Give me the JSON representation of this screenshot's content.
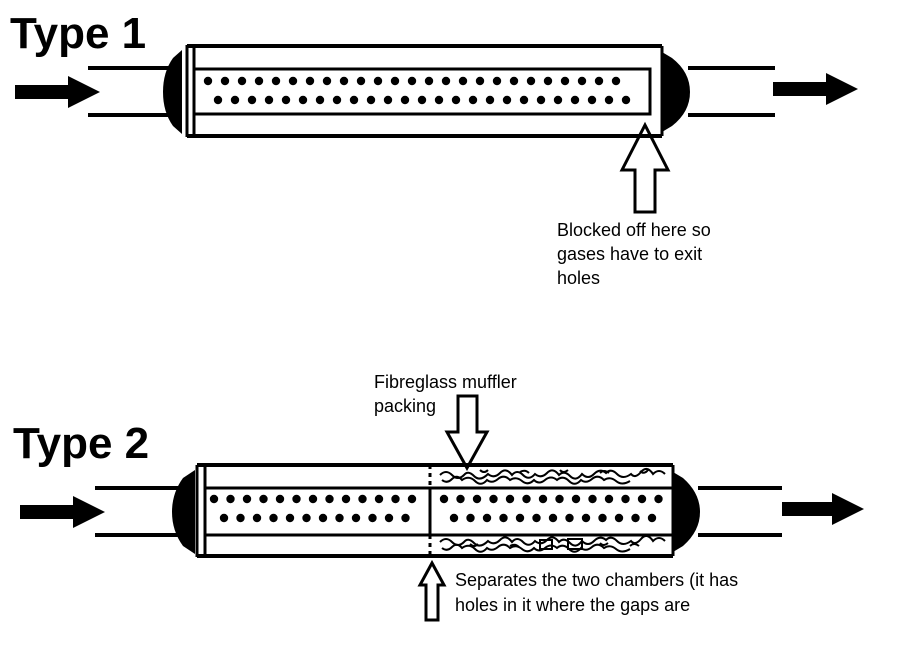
{
  "diagram": {
    "type1": {
      "title": "Type 1",
      "annotation_lines": [
        "Blocked off here so",
        "gases have to exit",
        "holes"
      ]
    },
    "type2": {
      "title": "Type 2",
      "packing_label_lines": [
        "Fibreglass muffler",
        "packing"
      ],
      "separator_label_lines": [
        "Separates the two chambers (it has",
        "holes in it where the gaps are"
      ]
    }
  }
}
